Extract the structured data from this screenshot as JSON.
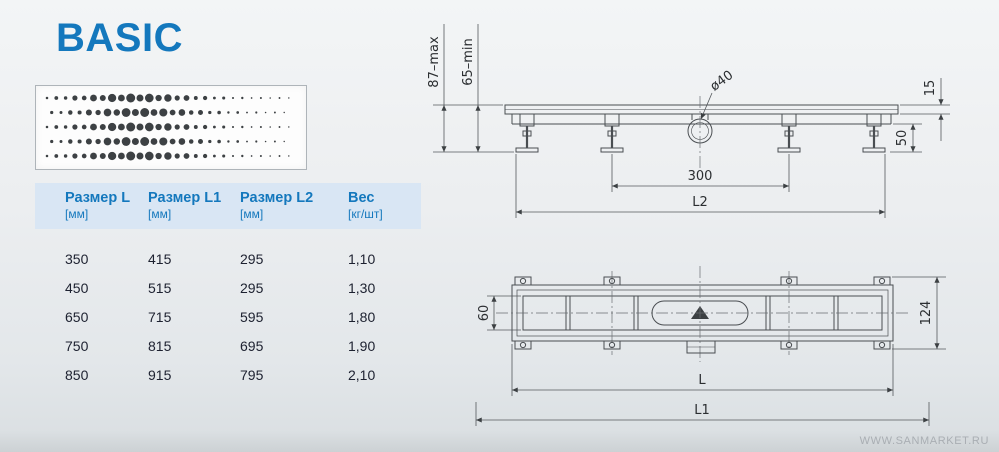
{
  "page": {
    "title": "BASIC",
    "watermark": "WWW.SANMARKET.RU"
  },
  "colors": {
    "accent_blue": "#1478bd",
    "table_header_bg": "#d9e6f4"
  },
  "table": {
    "headers": [
      {
        "label": "Размер L",
        "unit": "[мм]"
      },
      {
        "label": "Размер L1",
        "unit": "[мм]"
      },
      {
        "label": "Размер L2",
        "unit": "[мм]"
      },
      {
        "label": "Вес",
        "unit": "[кг/шт]"
      }
    ],
    "rows": [
      [
        "350",
        "415",
        "295",
        "1,10"
      ],
      [
        "450",
        "515",
        "295",
        "1,30"
      ],
      [
        "650",
        "715",
        "595",
        "1,80"
      ],
      [
        "750",
        "815",
        "695",
        "1,90"
      ],
      [
        "850",
        "915",
        "795",
        "2,10"
      ]
    ]
  },
  "drawings": {
    "side_view": {
      "height_max": "87–max",
      "height_min": "65–min",
      "outlet_diameter": "ø40",
      "grate_thickness": "15",
      "leg_height": "50",
      "leg_spacing": "300",
      "length_l2": "L2"
    },
    "top_view": {
      "inner_width": "60",
      "outer_width": "124",
      "length_l": "L",
      "length_l1": "L1"
    }
  }
}
